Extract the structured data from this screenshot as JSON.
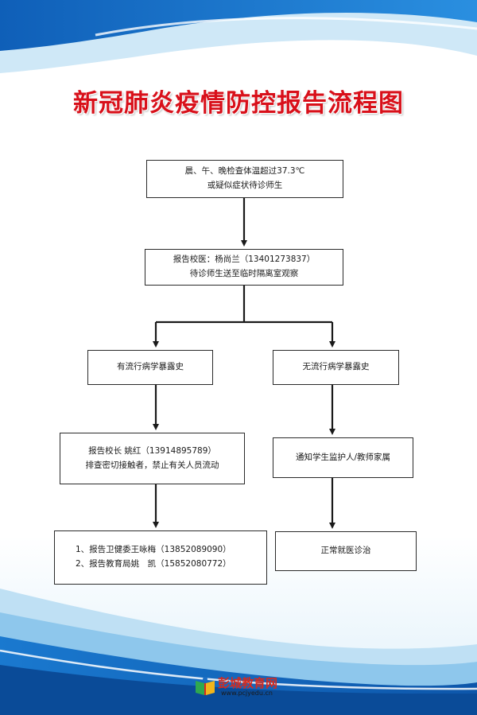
{
  "poster": {
    "title": "新冠肺炎疫情防控报告流程图"
  },
  "flow": {
    "step1": {
      "line1": "晨、午、晚检查体温超过37.3℃",
      "line2": "或疑似症状待诊师生"
    },
    "step2": {
      "line1": "报告校医：杨尚兰（13401273837）",
      "line2": "待诊师生送至临时隔离室观察"
    },
    "branch_left": {
      "label": "有流行病学暴露史",
      "step3": {
        "line1": "报告校长 姚红（13914895789）",
        "line2": "排查密切接触者，禁止有关人员流动"
      },
      "step4": {
        "line1": "1、报告卫健委王咏梅（13852089090）",
        "line2": "2、报告教育局姚　凯（15852080772）"
      }
    },
    "branch_right": {
      "label": "无流行病学暴露史",
      "step3": {
        "line1": "通知学生监护人/教师家属"
      },
      "step4": {
        "line1": "正常就医诊治"
      }
    }
  },
  "footer": {
    "site_name": "彭城教育网",
    "site_url": "www.pcjyedu.cn"
  },
  "colors": {
    "title": "#d8101a",
    "arrow": "#1a1a1a",
    "wave_dark": "#1c6fc4",
    "wave_light": "#bfe0f4",
    "logo_text": "#d42a1f"
  }
}
